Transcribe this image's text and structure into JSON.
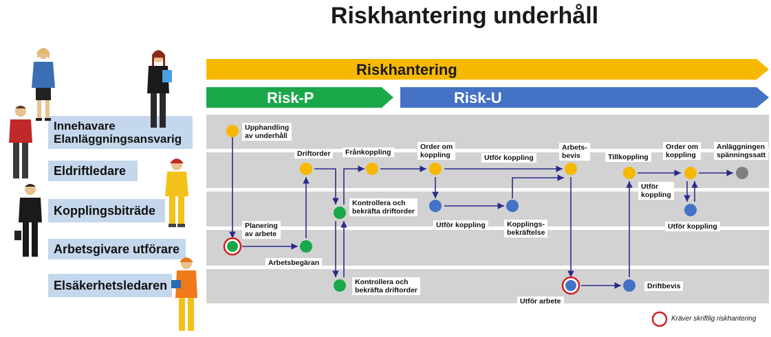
{
  "title": "Riskhantering underhåll",
  "banners": {
    "top": "Riskhantering",
    "left": "Risk-P",
    "right": "Risk-U"
  },
  "roles": [
    "Innehavare\nElanläggningsansvarig",
    "Eldriftledare",
    "Kopplingsbiträde",
    "Arbetsgivare utförare",
    "Elsäkerhetsledaren"
  ],
  "nodes": {
    "upphandling": "Upphandling\nav underhåll",
    "planering": "Planering\nav arbete",
    "arbetsbegaran": "Arbetsbegäran",
    "driftorder": "Driftorder",
    "kontrollera1": "Kontrollera och\nbekräfta driftorder",
    "kontrollera2": "Kontrollera och\nbekräfta driftorder",
    "frankoppling": "Frånkoppling",
    "order_om_koppling1": "Order om\nkoppling",
    "utfor_koppling_a": "Utför koppling",
    "utfor_koppling_b": "Utför koppling",
    "kopplingsbekraftelse": "Kopplings-\nbekräftelse",
    "arbetsbevis": "Arbets-\nbevis",
    "utfor_arbete": "Utför arbete",
    "driftbevis": "Driftbevis",
    "tillkoppling": "Tillkoppling",
    "utfor_koppling_c": "Utför\nkoppling",
    "order_om_koppling2": "Order om\nkoppling",
    "utfor_koppling_d": "Utför koppling",
    "anlaggningen": "Anläggningen\nspänningssatt"
  },
  "legend": "Kräver skriftlig riskhantering",
  "colors": {
    "yellow": "#f6b800",
    "green": "#1aa84a",
    "blue": "#4472c4",
    "gray": "#808080",
    "lane_bg": "#d2d2d2",
    "arrow": "#2a2a8a",
    "role_bg": "#c5d7ec",
    "red_ring": "#d22020"
  }
}
